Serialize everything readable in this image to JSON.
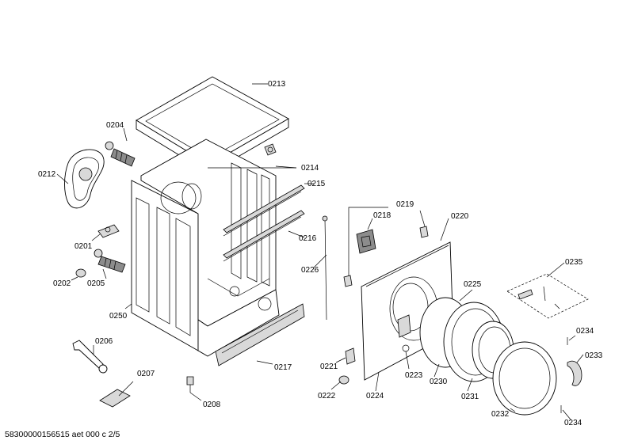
{
  "labels": {
    "p0213": "0213",
    "p0204": "0204",
    "p0212": "0212",
    "p0214": "0214",
    "p0215": "0215",
    "p0216": "0216",
    "p0201": "0201",
    "p0202": "0202",
    "p0205": "0205",
    "p0250": "0250",
    "p0206": "0206",
    "p0207": "0207",
    "p0208": "0208",
    "p0217": "0217",
    "p0226": "0226",
    "p0218": "0218",
    "p0219": "0219",
    "p0220": "0220",
    "p0225": "0225",
    "p0235": "0235",
    "p0221": "0221",
    "p0222": "0222",
    "p0223": "0223",
    "p0224": "0224",
    "p0230": "0230",
    "p0231": "0231",
    "p0232": "0232",
    "p0233": "0233",
    "p0234a": "0234",
    "p0234b": "0234"
  },
  "footer": "58300000156515 aet 000 c 2/5"
}
